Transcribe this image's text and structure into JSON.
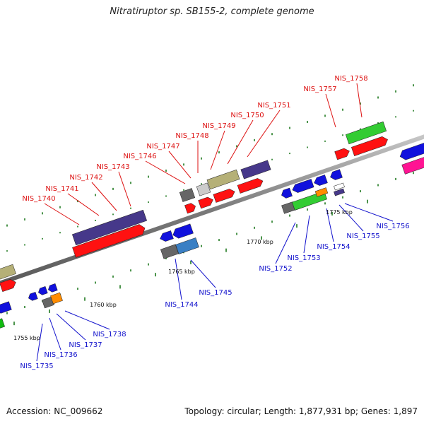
{
  "title": "Nitratiruptor sp. SB155-2, complete genome",
  "footer": {
    "accession": "Accession: NC_009662",
    "topology": "Topology: circular; Length: 1,877,931 bp; Genes: 1,897"
  },
  "colors": {
    "label_top": "#dd1111",
    "label_bottom": "#1111cc",
    "backbone": "#8a8a8a",
    "tick": "#1f7a1f"
  },
  "scale_labels": [
    "1755 kbp",
    "1760 kbp",
    "1765 kbp",
    "1770 kbp",
    "1775 kbp"
  ],
  "top_labels": [
    "NIS_1740",
    "NIS_1741",
    "NIS_1742",
    "NIS_1743",
    "NIS_1746",
    "NIS_1747",
    "NIS_1748",
    "NIS_1749",
    "NIS_1750",
    "NIS_1751",
    "NIS_1757",
    "NIS_1758"
  ],
  "bottom_labels": [
    "NIS_1735",
    "NIS_1736",
    "NIS_1737",
    "NIS_1738",
    "NIS_1744",
    "NIS_1745",
    "NIS_1752",
    "NIS_1753",
    "NIS_1754",
    "NIS_1755",
    "NIS_1756"
  ]
}
